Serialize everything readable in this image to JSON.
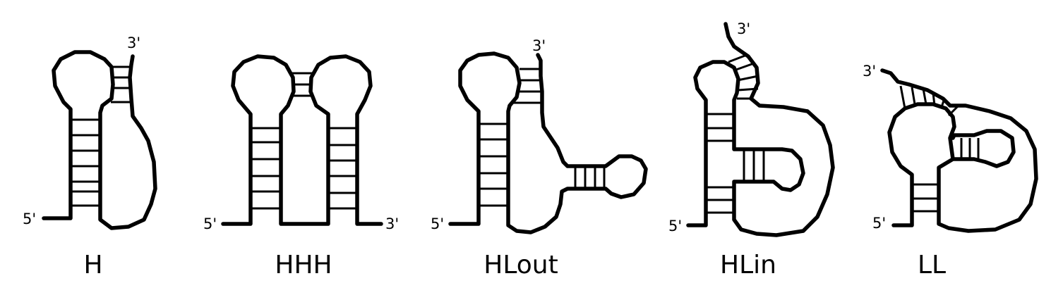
{
  "colors": {
    "stroke": "#000000",
    "background": "#ffffff"
  },
  "diagrams": [
    {
      "caption": "H",
      "five_prime": "5'",
      "three_prime": "3'"
    },
    {
      "caption": "HHH",
      "five_prime": "5'",
      "three_prime": "3'"
    },
    {
      "caption": "HLout",
      "five_prime": "5'",
      "three_prime": "3'"
    },
    {
      "caption": "HLin",
      "five_prime": "5'",
      "three_prime": "3'"
    },
    {
      "caption": "LL",
      "five_prime": "5'",
      "three_prime": "3'"
    }
  ]
}
